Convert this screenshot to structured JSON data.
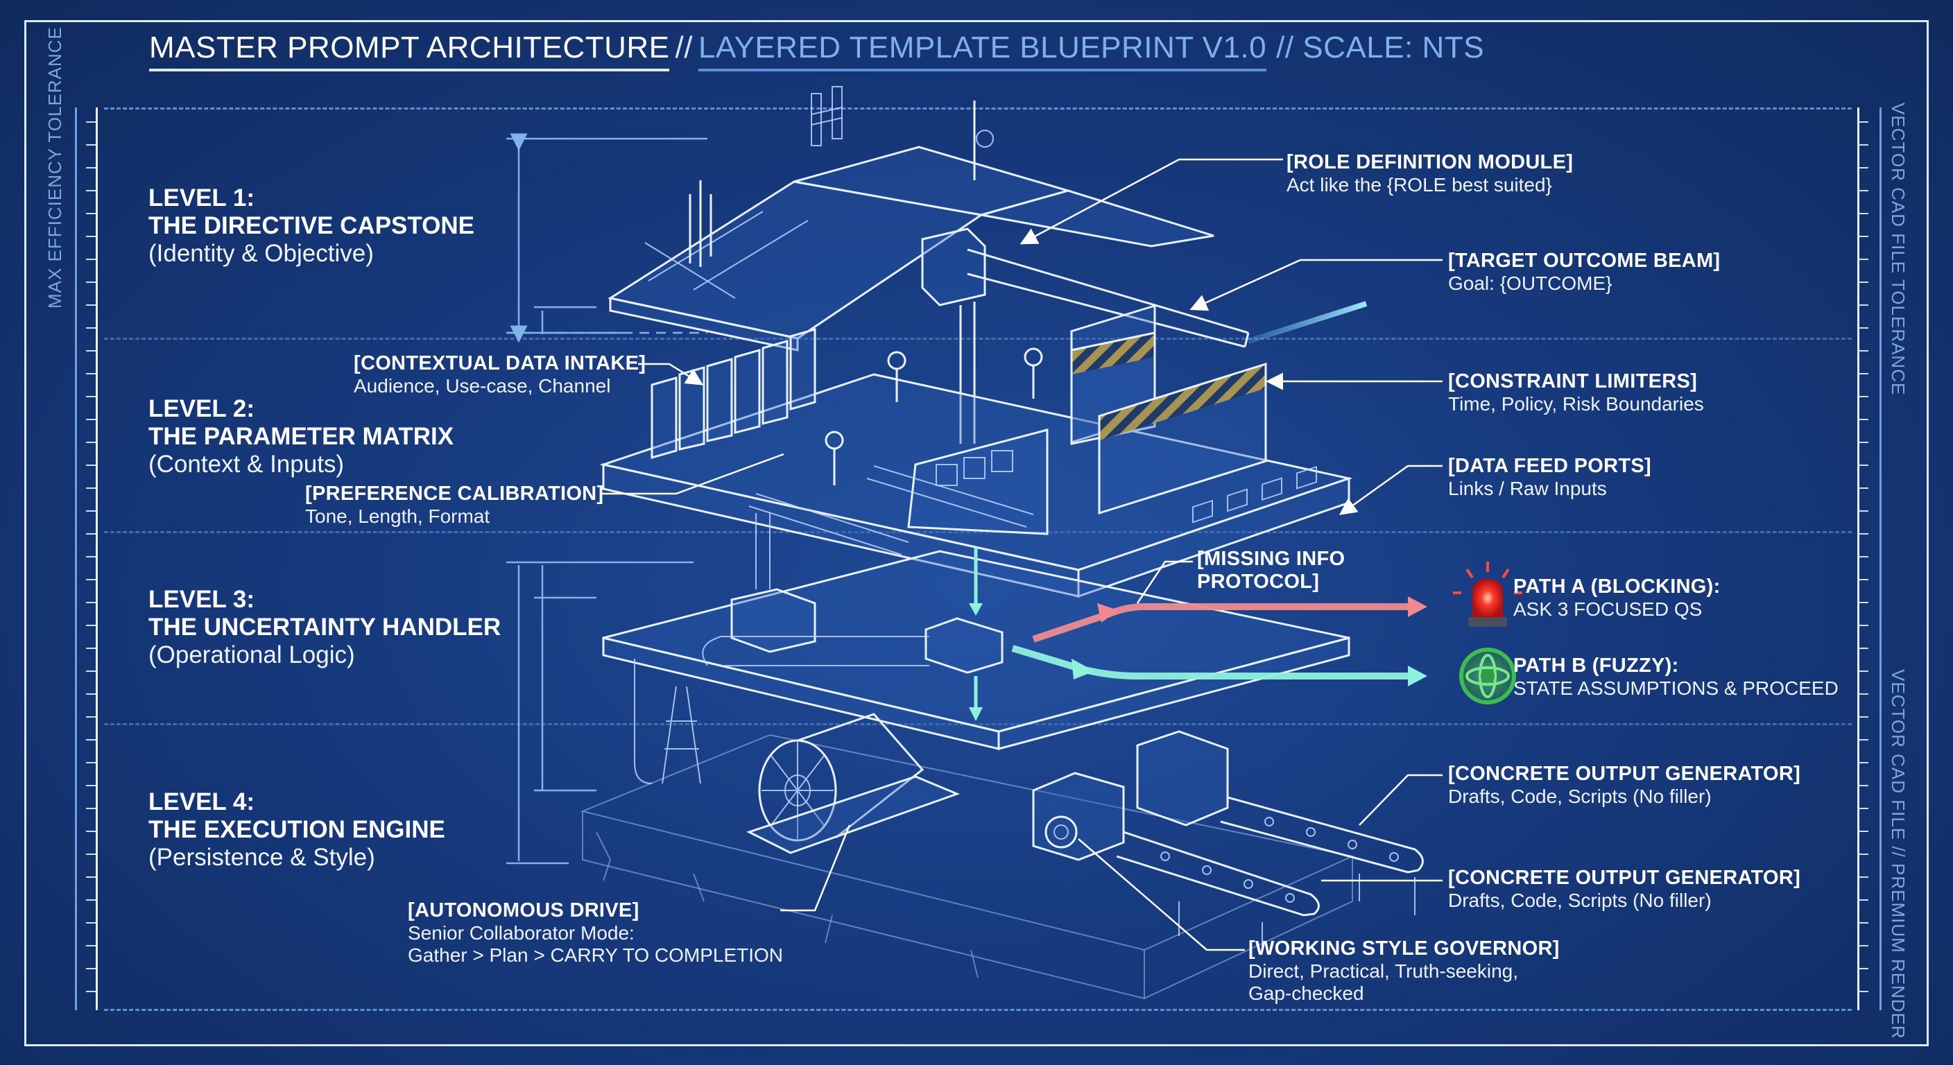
{
  "header": {
    "title_main": "MASTER PROMPT ARCHITECTURE",
    "separator": "//",
    "title_sub": "LAYERED TEMPLATE BLUEPRINT V1.0",
    "scale": "// SCALE: NTS"
  },
  "margins": {
    "left_vertical": "MAX EFFICIENCY TOLERANCE",
    "right_vertical_top": "VECTOR CAD FILE TOLERANCE",
    "right_vertical_bottom": "VECTOR CAD FILE // PREMIUM RENDER"
  },
  "levels": [
    {
      "label": "LEVEL 1:",
      "name": "THE DIRECTIVE CAPSTONE",
      "subtitle": "(Identity & Objective)"
    },
    {
      "label": "LEVEL 2:",
      "name": "THE PARAMETER MATRIX",
      "subtitle": "(Context & Inputs)"
    },
    {
      "label": "LEVEL 3:",
      "name": "THE UNCERTAINTY HANDLER",
      "subtitle": "(Operational Logic)"
    },
    {
      "label": "LEVEL 4:",
      "name": "THE EXECUTION ENGINE",
      "subtitle": "(Persistence & Style)"
    }
  ],
  "callouts": {
    "role_definition": {
      "title": "[ROLE DEFINITION MODULE]",
      "desc": "Act like the {ROLE best suited}"
    },
    "target_outcome": {
      "title": "[TARGET OUTCOME BEAM]",
      "desc": "Goal: {OUTCOME}"
    },
    "contextual_intake": {
      "title": "[CONTEXTUAL DATA INTAKE]",
      "desc": "Audience, Use-case, Channel"
    },
    "preference_calibration": {
      "title": "[PREFERENCE CALIBRATION]",
      "desc": "Tone, Length, Format"
    },
    "constraint_limiters": {
      "title": "[CONSTRAINT LIMITERS]",
      "desc": "Time, Policy, Risk Boundaries"
    },
    "data_feed_ports": {
      "title": "[DATA FEED PORTS]",
      "desc": "Links / Raw Inputs"
    },
    "missing_info": {
      "title_line1": "[MISSING INFO",
      "title_line2": "PROTOCOL]"
    },
    "path_a": {
      "title": "PATH A (BLOCKING):",
      "desc": "ASK 3 FOCUSED QS",
      "icon": "red-siren-icon",
      "color": "#f08a8f"
    },
    "path_b": {
      "title": "PATH B (FUZZY):",
      "desc": "STATE ASSUMPTIONS & PROCEED",
      "icon": "green-gyroscope-icon",
      "color": "#8ff0dc"
    },
    "output_generator_1": {
      "title": "[CONCRETE OUTPUT GENERATOR]",
      "desc": "Drafts, Code, Scripts (No filler)"
    },
    "output_generator_2": {
      "title": "[CONCRETE OUTPUT GENERATOR]",
      "desc": "Drafts, Code, Scripts (No filler)"
    },
    "autonomous_drive": {
      "title": "[AUTONOMOUS DRIVE]",
      "desc_line1": "Senior Collaborator Mode:",
      "desc_line2": "Gather > Plan > CARRY TO COMPLETION"
    },
    "working_style": {
      "title": "[WORKING STYLE GOVERNOR]",
      "desc_line1": "Direct, Practical, Truth-seeking,",
      "desc_line2": "Gap-checked"
    }
  },
  "colors": {
    "background": "#173a7e",
    "line": "#e8f1ff",
    "accent_blue": "#7fb0ee",
    "hazard_yellow": "#e8b21e",
    "beam_glow": "#6fd0ff"
  }
}
